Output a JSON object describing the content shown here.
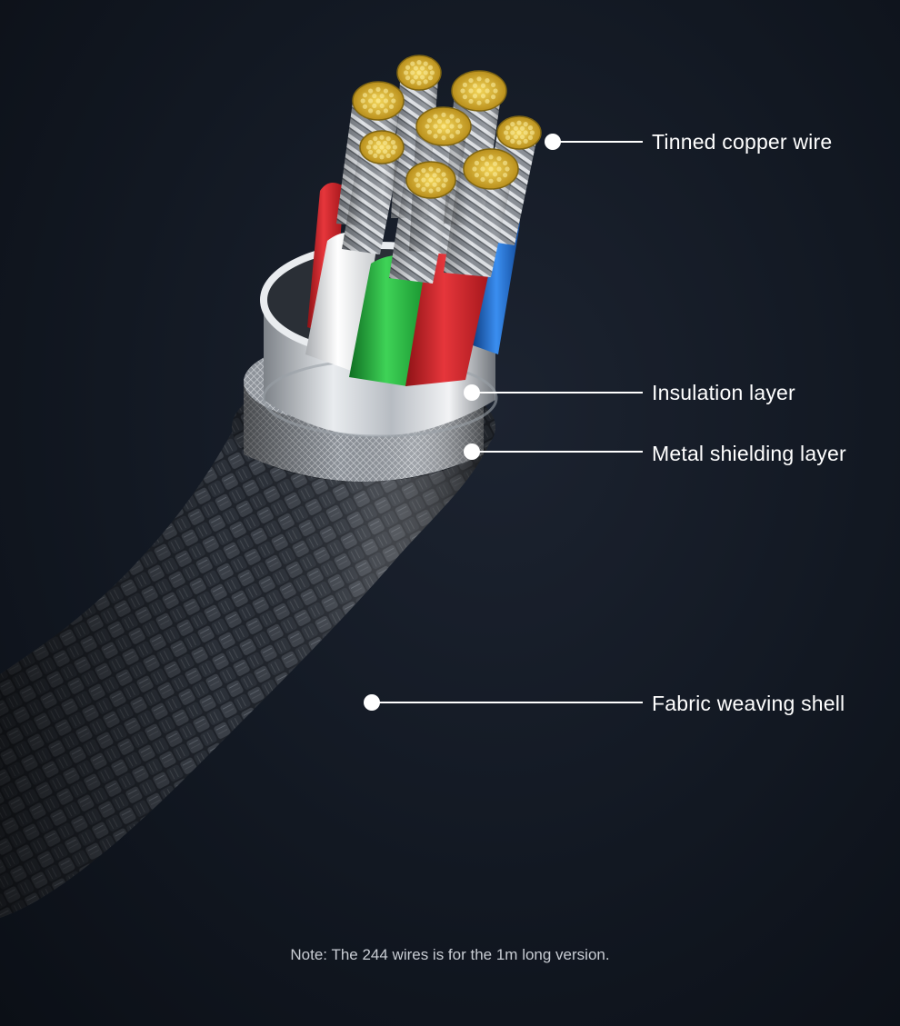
{
  "diagram": {
    "labels": {
      "tinned_copper_wire": "Tinned copper wire",
      "insulation_layer": "Insulation layer",
      "metal_shielding_layer": "Metal shielding layer",
      "fabric_weaving_shell": "Fabric weaving shell"
    },
    "note": "Note: The 244 wires is for the 1m long version.",
    "colors": {
      "background": "#121822",
      "copper_strand": "#e9c94a",
      "insulation_red": "#d8262b",
      "insulation_green": "#22b33c",
      "insulation_white": "#e8e8e8",
      "insulation_blue": "#1f6fd1",
      "shield_ring": "#c9ccd1",
      "braid": "#2a2e35",
      "callout": "#ffffff"
    }
  }
}
